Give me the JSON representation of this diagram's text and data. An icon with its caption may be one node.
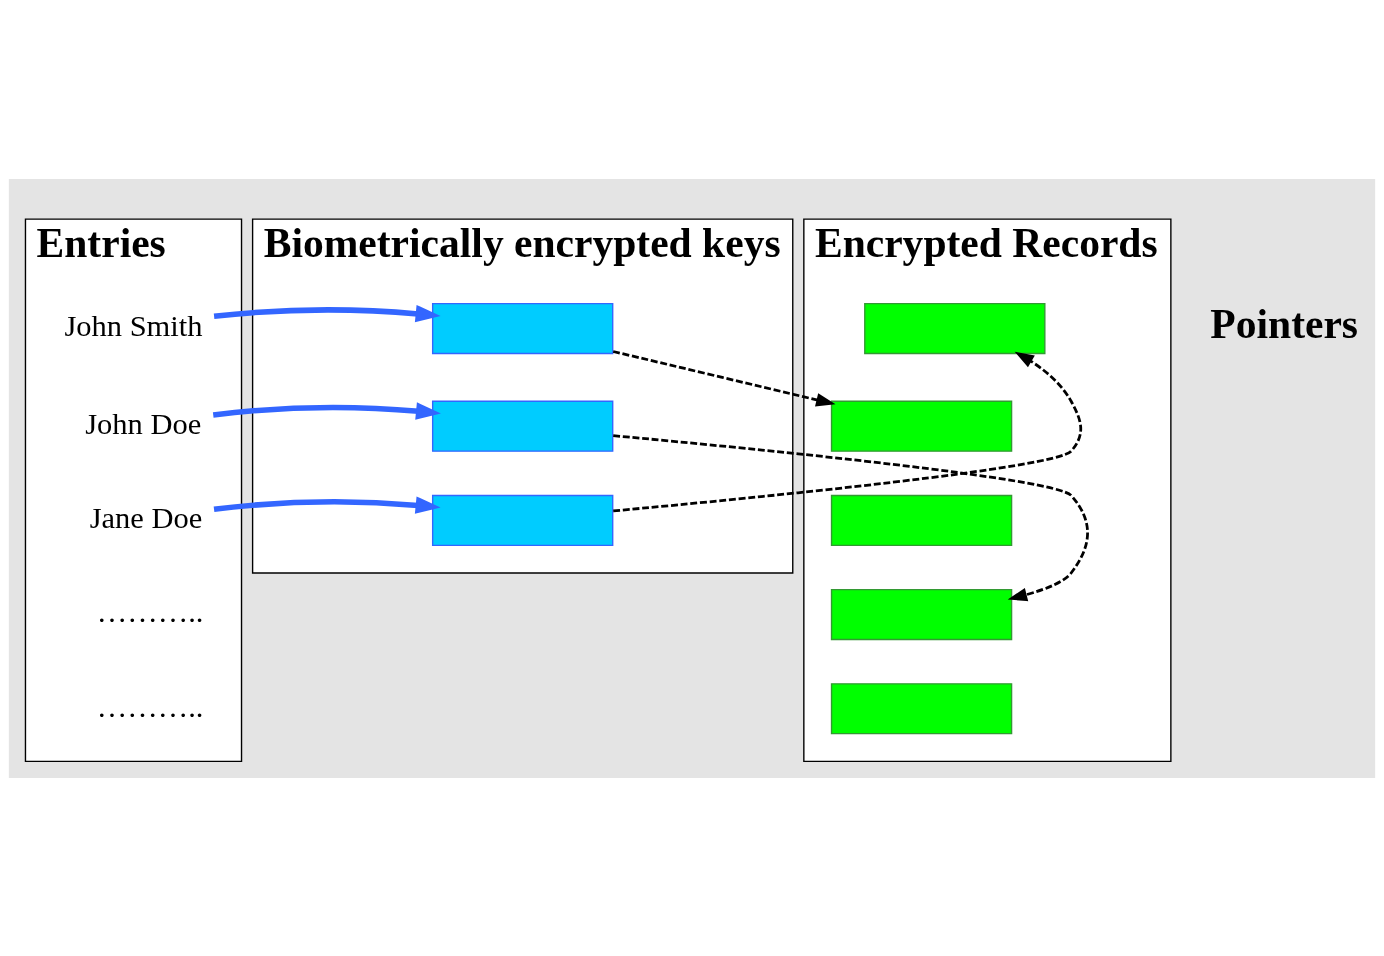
{
  "diagram": {
    "nodes": [
      {
        "text": [
          "Entries"
        ]
      },
      {
        "text": [
          "John Smith"
        ],
        "in": 0
      },
      {
        "text": [
          "John Doe"
        ],
        "in": 0
      },
      {
        "text": [
          "Jane Doe"
        ],
        "in": 0
      },
      {
        "text": [
          "Biometrically encrypted keys"
        ]
      },
      {
        "text": [],
        "shape": "box",
        "in": 4
      },
      {
        "text": [],
        "shape": "box",
        "in": 4
      },
      {
        "text": [],
        "shape": "box",
        "in": 4
      },
      {
        "text": [
          "Encrypted Records"
        ]
      },
      {
        "text": [],
        "shape": "box",
        "in": 8
      },
      {
        "text": [],
        "shape": "box",
        "in": 8
      },
      {
        "text": [],
        "shape": "box",
        "in": 8
      },
      {
        "text": [],
        "shape": "box",
        "in": 8
      },
      {
        "text": [],
        "shape": "box",
        "in": 8
      }
    ],
    "edges": [
      {
        "from": 1,
        "to": 5,
        "arrow": "to",
        "style": "thick",
        "color": "#3366ff"
      },
      {
        "from": 2,
        "to": 6,
        "arrow": "to",
        "style": "thick",
        "color": "#3366ff"
      },
      {
        "from": 3,
        "to": 7,
        "arrow": "to",
        "style": "thick",
        "color": "#3366ff"
      },
      {
        "from": 5,
        "to": 10,
        "arrow": "to",
        "style": "dashed",
        "color": "#000000"
      },
      {
        "from": 6,
        "to": 12,
        "arrow": "to",
        "style": "dashed",
        "color": "#000000"
      },
      {
        "from": 7,
        "to": 9,
        "arrow": "to",
        "style": "dashed",
        "color": "#000000"
      }
    ],
    "labels": [
      "………..",
      "………..",
      "Pointers"
    ]
  }
}
